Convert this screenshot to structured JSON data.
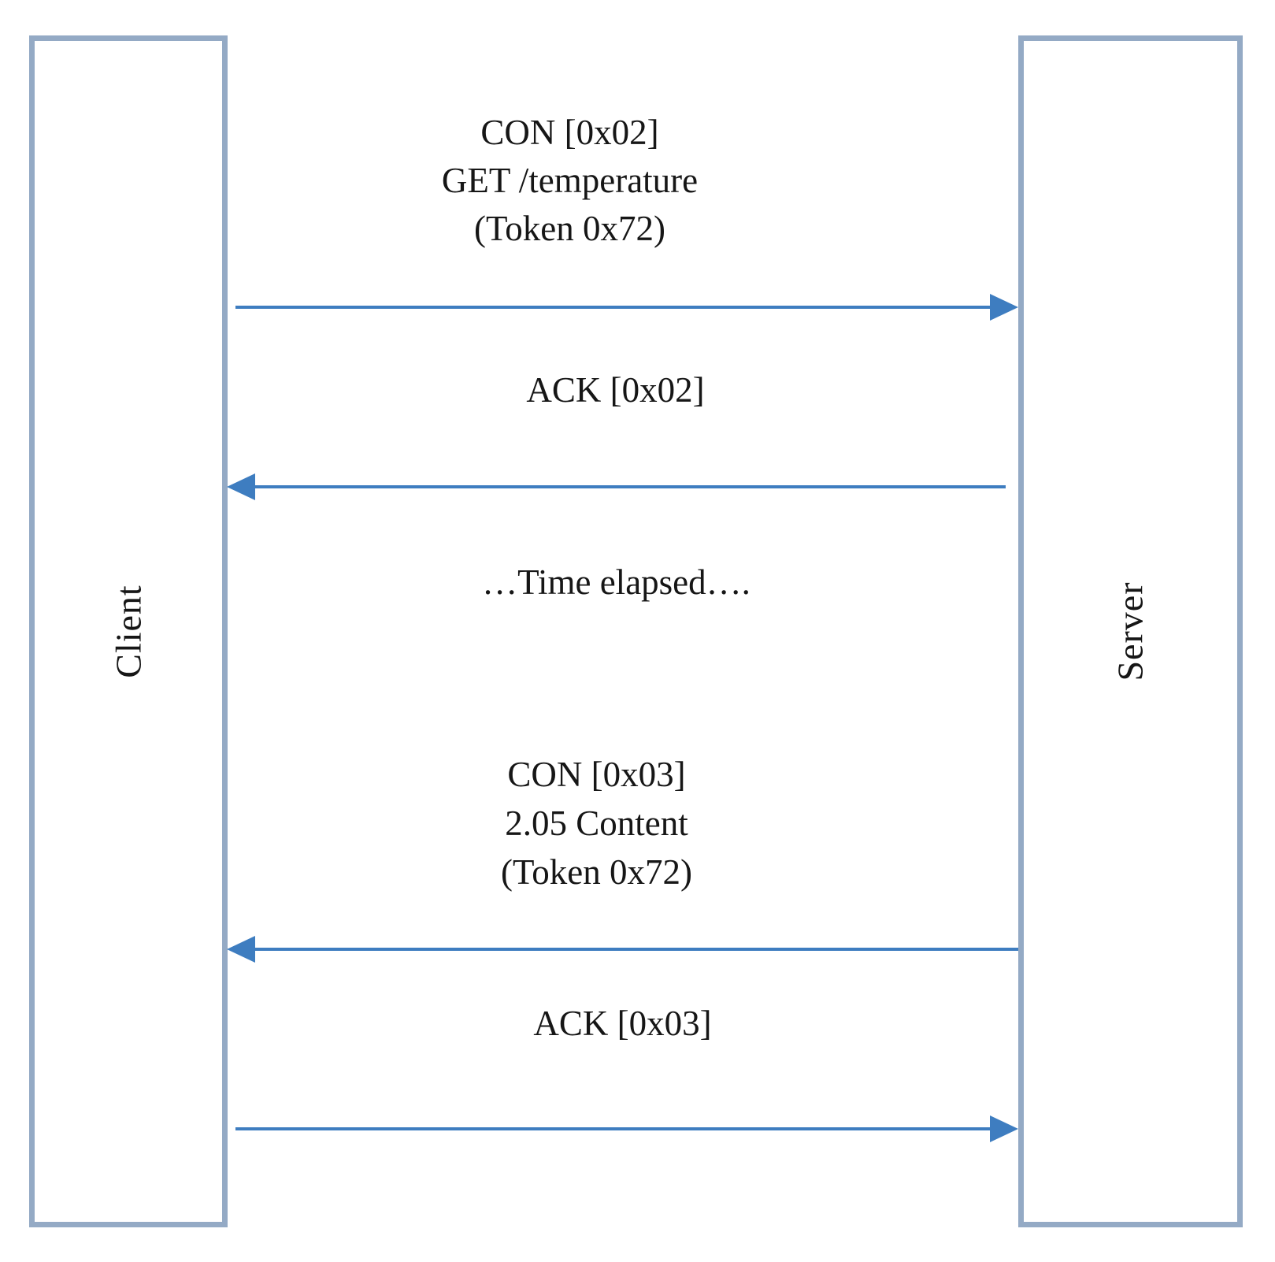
{
  "lifelines": [
    {
      "label": "Client"
    },
    {
      "label": "Server"
    }
  ],
  "messages": [
    {
      "name": "con-get-temperature",
      "direction": "client-to-server",
      "lines": [
        "CON [0x02]",
        "GET /temperature",
        "(Token 0x72)"
      ]
    },
    {
      "name": "ack-0x02",
      "direction": "server-to-client",
      "lines": [
        "ACK [0x02]"
      ]
    },
    {
      "name": "time-elapsed-note",
      "direction": "none",
      "lines": [
        "…Time elapsed…."
      ]
    },
    {
      "name": "con-content-response",
      "direction": "server-to-client",
      "lines": [
        "CON [0x03]",
        "2.05 Content",
        "(Token 0x72)"
      ]
    },
    {
      "name": "ack-0x03",
      "direction": "client-to-server",
      "lines": [
        "ACK [0x03]"
      ]
    }
  ],
  "colors": {
    "arrow": "#3e7dc0",
    "lifeline_border": "#94aac5",
    "text": "#161616",
    "bg": "#ffffff"
  }
}
